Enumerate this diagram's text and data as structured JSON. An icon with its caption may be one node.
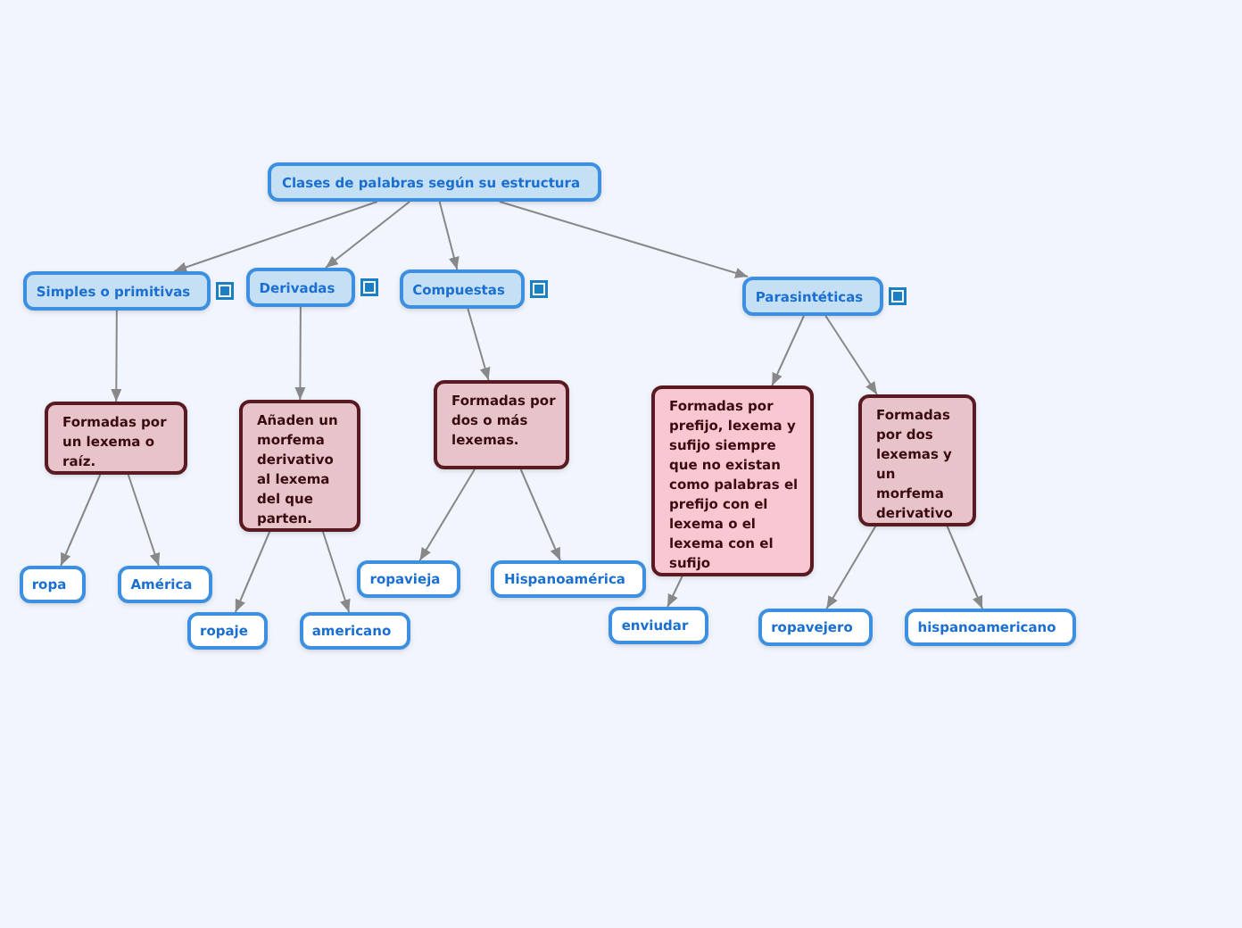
{
  "diagram": {
    "nodes": [
      {
        "text": [
          "Clases de palabras según su estructura"
        ]
      },
      {
        "text": [
          "Simples o primitivas"
        ]
      },
      {
        "text": [
          "Derivadas"
        ]
      },
      {
        "text": [
          "Compuestas"
        ]
      },
      {
        "text": [
          "Parasintéticas"
        ]
      },
      {
        "text": [
          "Formadas por un lexema o raíz."
        ]
      },
      {
        "text": [
          "Añaden un morfema derivativo al lexema del que parten."
        ]
      },
      {
        "text": [
          "Formadas por dos o más lexemas."
        ]
      },
      {
        "text": [
          "Formadas por prefijo, lexema y sufijo siempre que no existan como palabras el prefijo con el lexema o el lexema con el sufijo"
        ]
      },
      {
        "text": [
          "Formadas por dos lexemas y un morfema derivativo"
        ]
      },
      {
        "text": [
          "ropa"
        ]
      },
      {
        "text": [
          "América"
        ]
      },
      {
        "text": [
          "ropaje"
        ]
      },
      {
        "text": [
          "americano"
        ]
      },
      {
        "text": [
          "ropavieja"
        ]
      },
      {
        "text": [
          "Hispanoamérica"
        ]
      },
      {
        "text": [
          "enviudar"
        ]
      },
      {
        "text": [
          "ropavejero"
        ]
      },
      {
        "text": [
          "hispanoamericano"
        ]
      }
    ],
    "edges": [
      {
        "from": 0,
        "to": 1,
        "arrow": "to"
      },
      {
        "from": 0,
        "to": 2,
        "arrow": "to"
      },
      {
        "from": 0,
        "to": 3,
        "arrow": "to"
      },
      {
        "from": 0,
        "to": 4,
        "arrow": "to"
      },
      {
        "from": 1,
        "to": 5,
        "arrow": "to"
      },
      {
        "from": 2,
        "to": 6,
        "arrow": "to"
      },
      {
        "from": 3,
        "to": 7,
        "arrow": "to"
      },
      {
        "from": 4,
        "to": 8,
        "arrow": "to"
      },
      {
        "from": 4,
        "to": 9,
        "arrow": "to"
      },
      {
        "from": 5,
        "to": 10,
        "arrow": "to"
      },
      {
        "from": 5,
        "to": 11,
        "arrow": "to"
      },
      {
        "from": 6,
        "to": 12,
        "arrow": "to"
      },
      {
        "from": 6,
        "to": 13,
        "arrow": "to"
      },
      {
        "from": 7,
        "to": 14,
        "arrow": "to"
      },
      {
        "from": 7,
        "to": 15,
        "arrow": "to"
      },
      {
        "from": 8,
        "to": 16,
        "arrow": "to"
      },
      {
        "from": 9,
        "to": 17,
        "arrow": "to"
      },
      {
        "from": 9,
        "to": 18,
        "arrow": "to"
      }
    ]
  }
}
